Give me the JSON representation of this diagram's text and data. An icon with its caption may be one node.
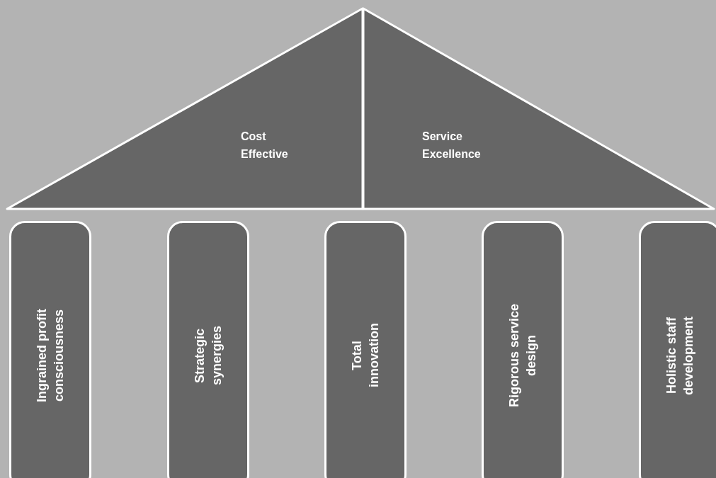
{
  "diagram": {
    "nodes": [
      {
        "text": [
          "Cost Effective"
        ]
      },
      {
        "text": [
          "Service Excellence"
        ]
      },
      {
        "text": [
          "Ingrained profit consciousness"
        ]
      },
      {
        "text": [
          "Strategic synergies"
        ]
      },
      {
        "text": [
          "Total innovation"
        ]
      },
      {
        "text": [
          "Rigorous service design"
        ]
      },
      {
        "text": [
          "Holistic staff development"
        ]
      }
    ]
  }
}
